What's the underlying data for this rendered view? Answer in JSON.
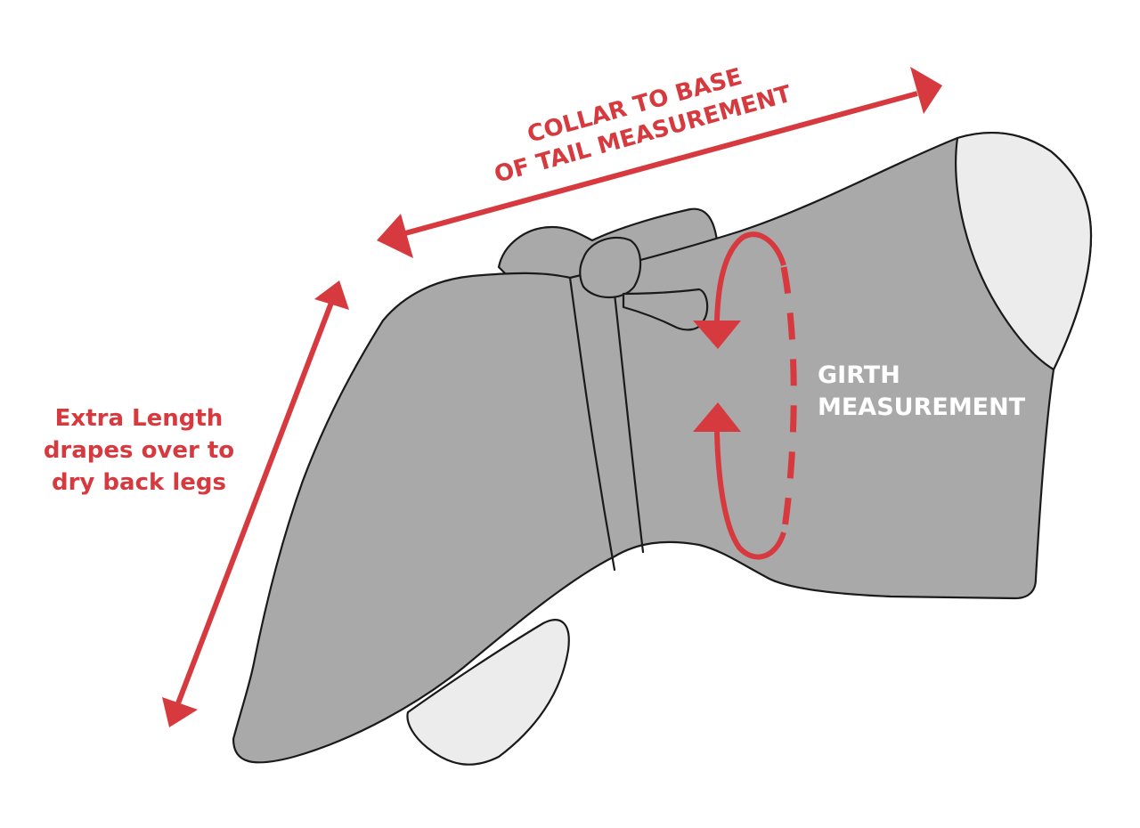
{
  "labels": {
    "collar_line1": "COLLAR TO BASE",
    "collar_line2": "OF TAIL MEASUREMENT",
    "girth_line1": "GIRTH",
    "girth_line2": "MEASUREMENT",
    "extra_line1": "Extra Length",
    "extra_line2": "drapes over to",
    "extra_line3": "dry back legs"
  },
  "colors": {
    "accent_red": "#d63a3f",
    "coat_gray": "#a9a9a9",
    "leg_light_gray": "#ececec",
    "outline": "#1a1a1a",
    "background": "#ffffff"
  },
  "icons": {
    "collar_arrow": "double-headed-arrow",
    "girth_arrow": "circular-arrows",
    "length_arrow": "double-headed-arrow"
  }
}
